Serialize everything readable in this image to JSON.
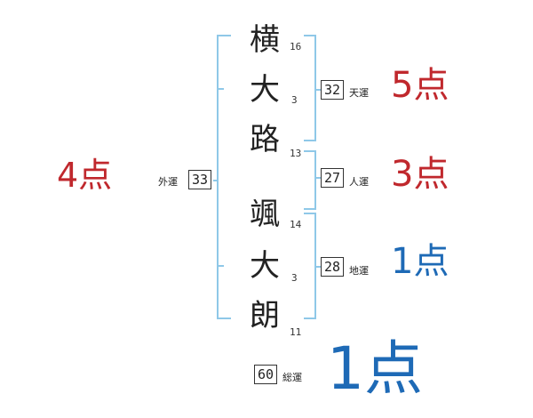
{
  "name": {
    "characters": [
      {
        "char": "横",
        "strokes": "16"
      },
      {
        "char": "大",
        "strokes": "3"
      },
      {
        "char": "路",
        "strokes": "13"
      },
      {
        "char": "颯",
        "strokes": "14"
      },
      {
        "char": "大",
        "strokes": "3"
      },
      {
        "char": "朗",
        "strokes": "11"
      }
    ]
  },
  "fortunes": {
    "tenkaku": {
      "value": "32",
      "label": "天運",
      "score": "5点",
      "color": "#c0282d"
    },
    "jinkaku": {
      "value": "27",
      "label": "人運",
      "score": "3点",
      "color": "#c0282d"
    },
    "chikaku": {
      "value": "28",
      "label": "地運",
      "score": "1点",
      "color": "#1e6ab6"
    },
    "gaikaku": {
      "value": "33",
      "label": "外運",
      "score": "4点",
      "color": "#c0282d"
    },
    "soukaku": {
      "value": "60",
      "label": "総運",
      "score": "1点",
      "color": "#1e6ab6"
    }
  },
  "colors": {
    "bracket": "#8fc8e8"
  }
}
